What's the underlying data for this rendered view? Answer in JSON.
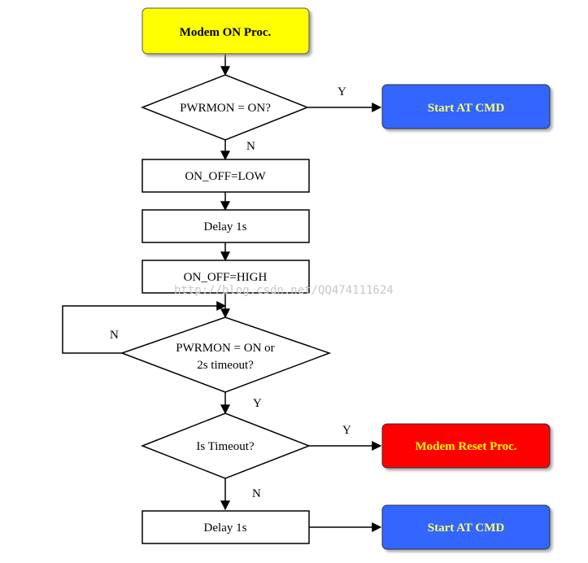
{
  "nodes": {
    "start": "Modem ON Proc.",
    "check_pwrmon": "PWRMON = ON?",
    "start_at_cmd_1": "Start AT CMD",
    "set_low": "ON_OFF=LOW",
    "delay_1": "Delay 1s",
    "set_high": "ON_OFF=HIGH",
    "check_pwrmon_timeout_line1": "PWRMON = ON or",
    "check_pwrmon_timeout_line2": "2s timeout?",
    "is_timeout": "Is Timeout?",
    "modem_reset": "Modem Reset Proc.",
    "delay_2": "Delay 1s",
    "start_at_cmd_2": "Start AT CMD"
  },
  "edges": {
    "check_pwrmon_yes": "Y",
    "check_pwrmon_no": "N",
    "loop_no": "N",
    "timeout_check_yes": "Y",
    "is_timeout_yes": "Y",
    "is_timeout_no": "N"
  },
  "watermark": "http://blog.csdn.net/QQ474111624",
  "colors": {
    "start_fill": "#ffff00",
    "blue_fill": "#3366ff",
    "red_fill": "#ff0000",
    "blue_text": "#ffff66",
    "red_text": "#ffff00"
  }
}
